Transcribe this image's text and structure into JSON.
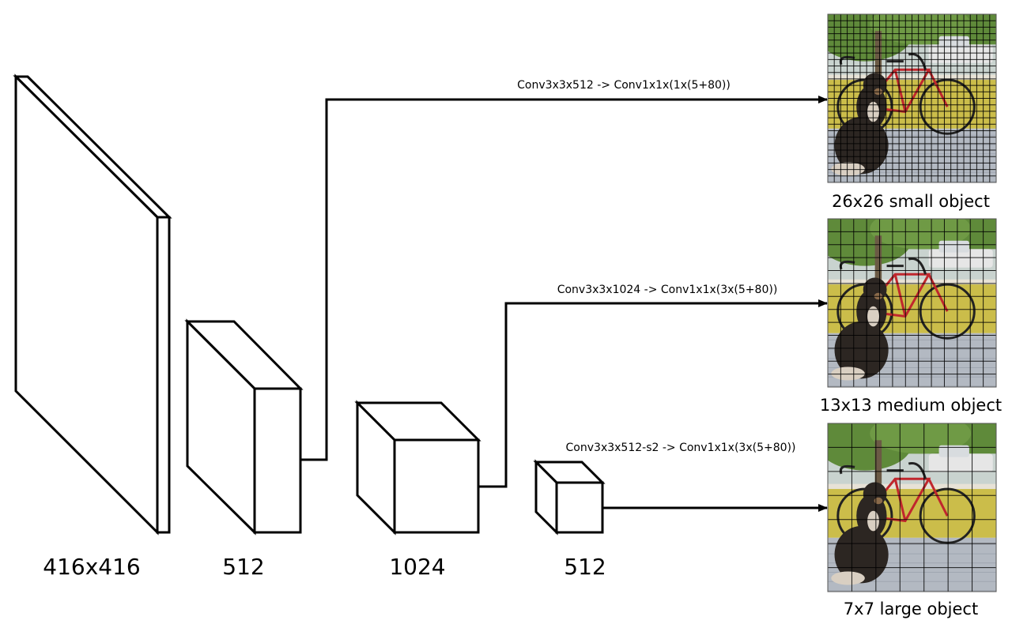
{
  "layers": [
    {
      "id": "input",
      "label": "416x416"
    },
    {
      "id": "feat-512-a",
      "label": "512"
    },
    {
      "id": "feat-1024",
      "label": "1024"
    },
    {
      "id": "feat-512-b",
      "label": "512"
    }
  ],
  "heads": [
    {
      "id": "small",
      "operation": "Conv3x3x512 -> Conv1x1x(1x(5+80))",
      "grid_size": 26,
      "caption": "26x26 small object"
    },
    {
      "id": "medium",
      "operation": "Conv3x3x1024 -> Conv1x1x(3x(5+80))",
      "grid_size": 13,
      "caption": "13x13 medium object"
    },
    {
      "id": "large",
      "operation": "Conv3x3x512-s2 -> Conv1x1x(3x(5+80))",
      "grid_size": 7,
      "caption": "7x7 large object"
    }
  ],
  "output_image": {
    "subject": "dog sitting next to a red bicycle on a porch, white car in background",
    "colors": {
      "tree": "#5f8a3a",
      "sky": "#c9d3cf",
      "car": "#e6e6e6",
      "wall": "#cbbd4a",
      "floor": "#b3b9c2",
      "bike": "#c0272d",
      "dog": "#2c2622"
    }
  }
}
